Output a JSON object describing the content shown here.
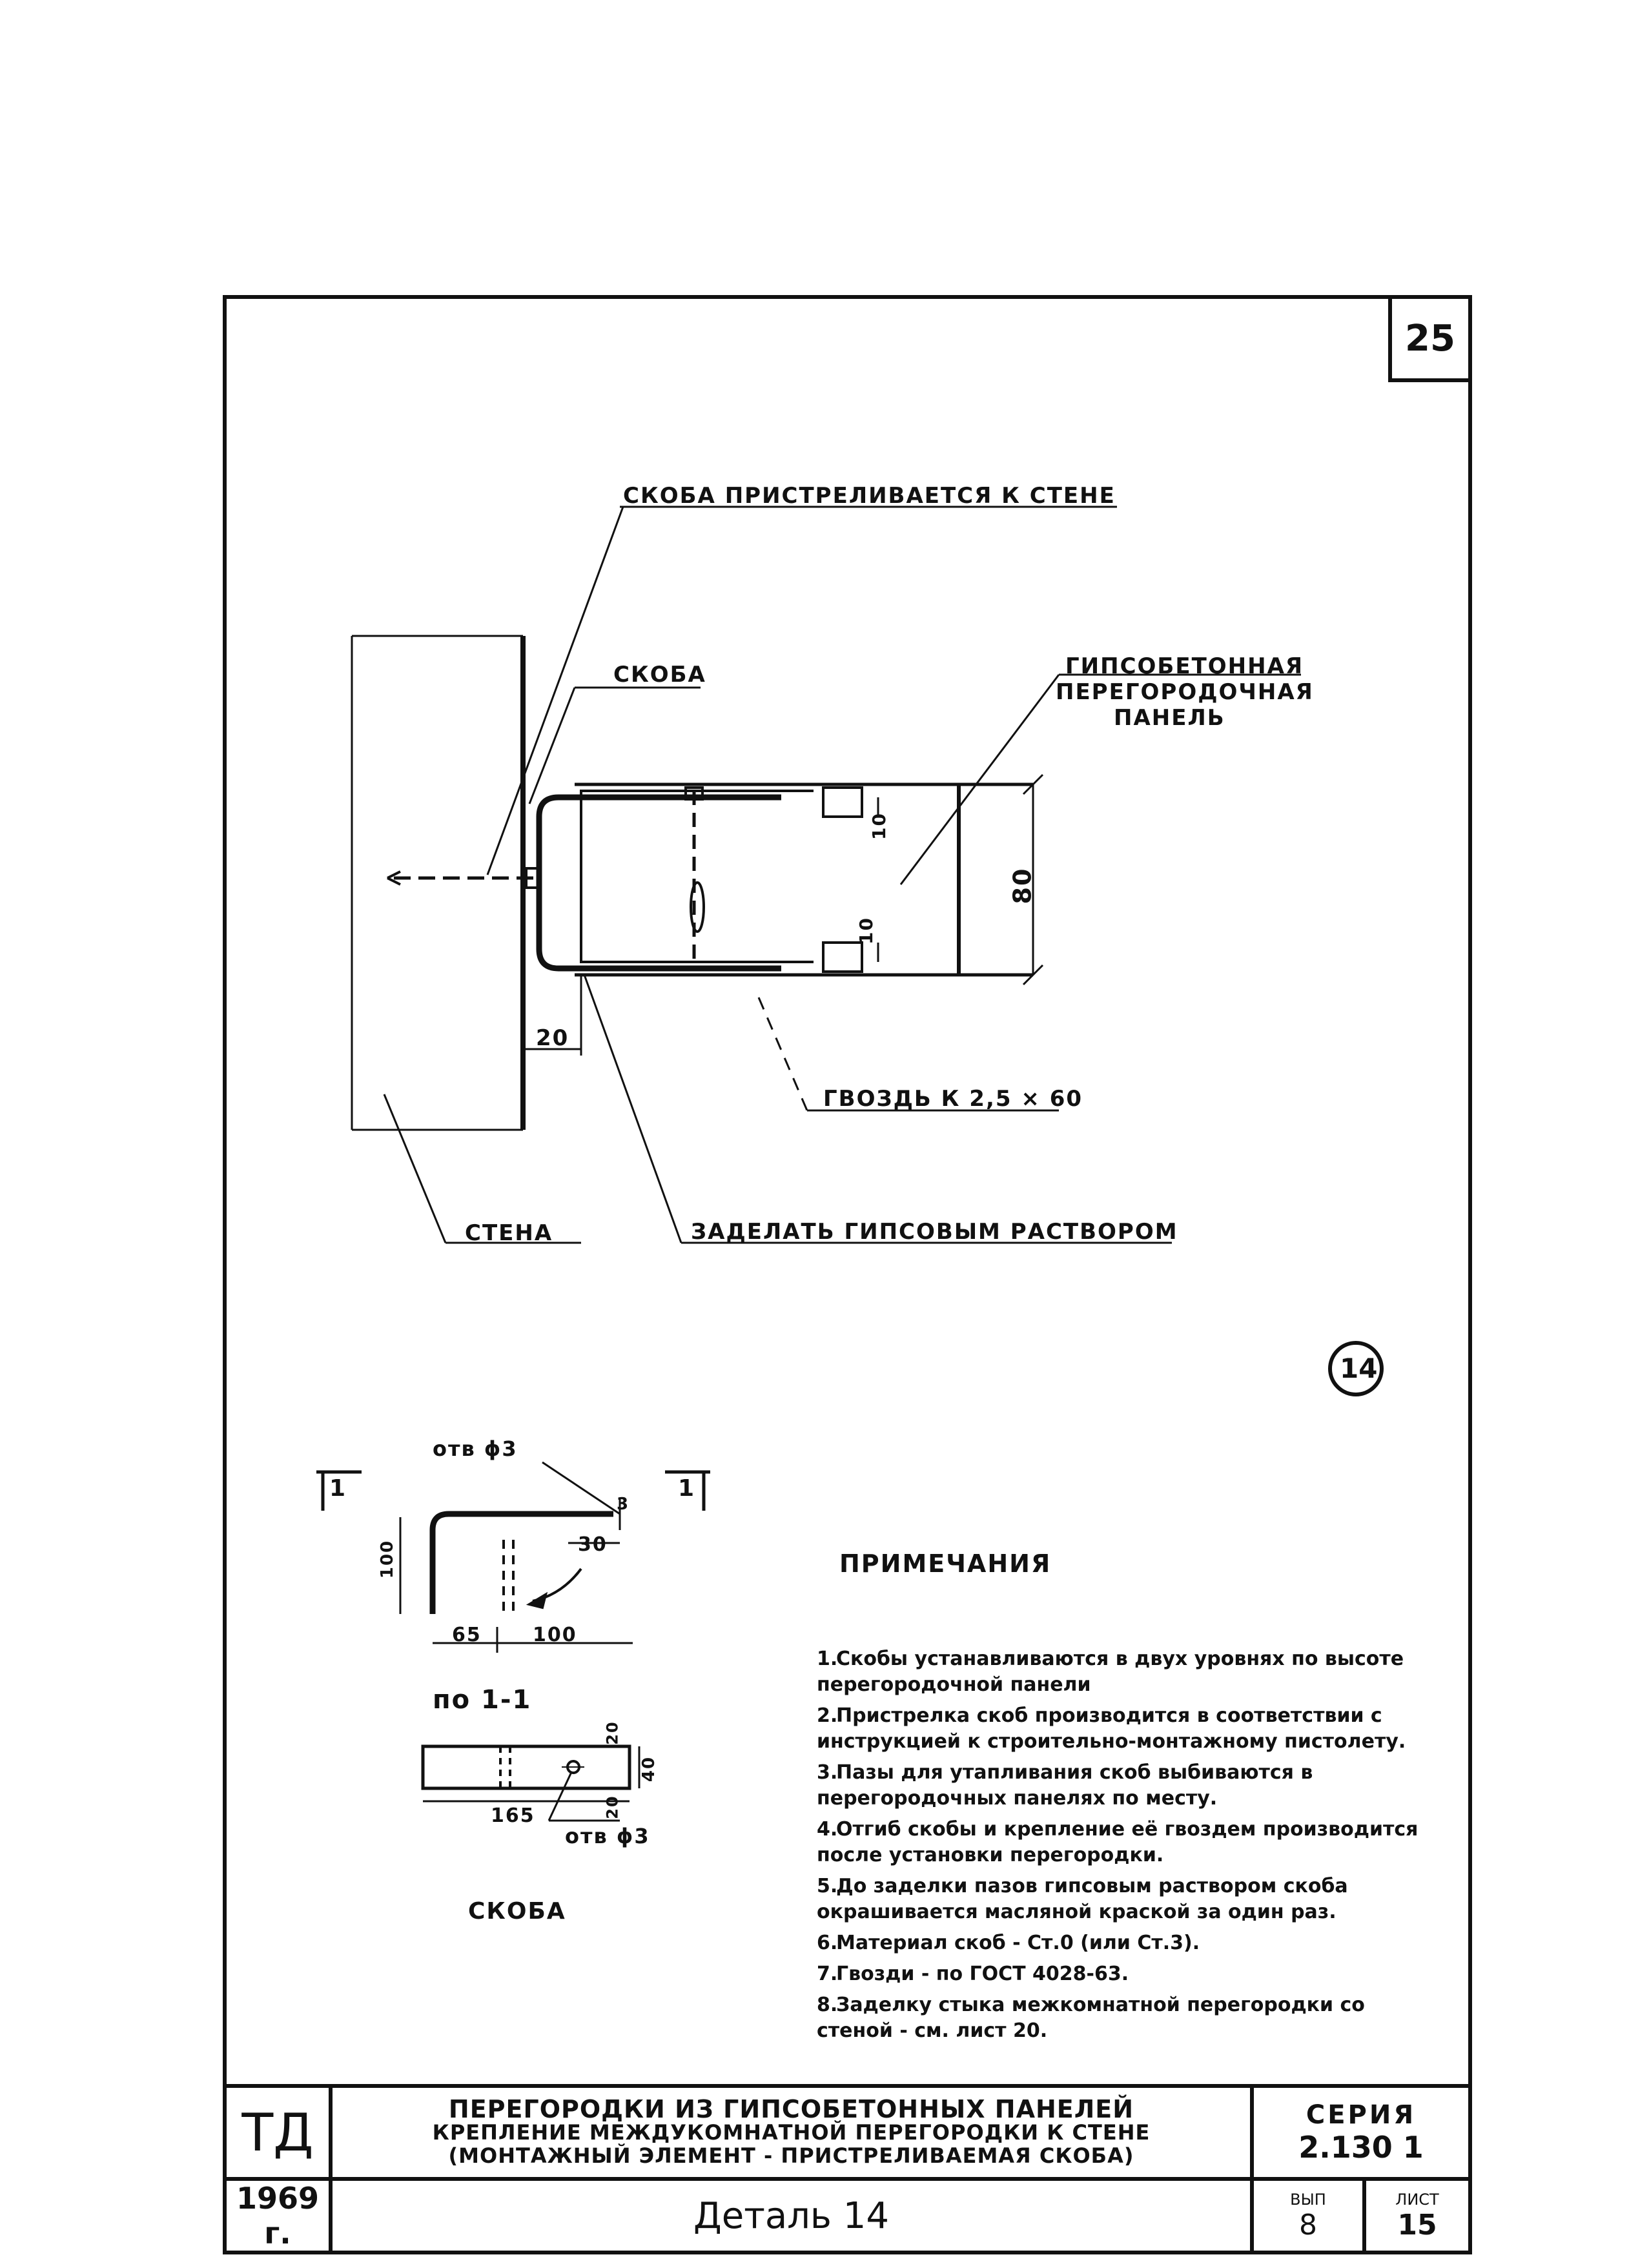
{
  "sheet_number": "25",
  "detail_marker": "14",
  "main_drawing": {
    "label_bracket_shot": "СКОБА ПРИСТРЕЛИВАЕТСЯ К СТЕНЕ",
    "label_bracket": "СКОБА",
    "label_panel": [
      "ГИПСОБЕТОННАЯ",
      "ПЕРЕГОРОДОЧНАЯ",
      "ПАНЕЛЬ"
    ],
    "label_nail": "ГВОЗДЬ К 2,5 × 60",
    "label_wall": "СТЕНА",
    "label_fill": "ЗАДЕЛАТЬ ГИПСОВЫМ РАСТВОРОМ",
    "dim_20": "20",
    "dim_10a": "10",
    "dim_10b": "10",
    "dim_80": "80"
  },
  "bracket_detail": {
    "section_mark_left": "1",
    "section_mark_right": "1",
    "label_hole_top": "отв ϕ3",
    "dim_100_v": "100",
    "dim_30": "30",
    "dim_3": "3",
    "dim_65": "65",
    "dim_100_h": "100",
    "section_title": "по 1-1",
    "dim_20": "20",
    "dim_40": "40",
    "dim_20b": "20",
    "dim_165": "165",
    "label_hole_bottom": "отв ϕ3",
    "caption": "СКОБА"
  },
  "notes": {
    "title": "ПРИМЕЧАНИЯ",
    "items": [
      {
        "num": "1.",
        "text": "Скобы устанавливаются в двух уровнях по высоте перегородочной панели"
      },
      {
        "num": "2.",
        "text": "Пристрелка скоб производится в соответствии с инструкцией к строительно-монтажному пистолету."
      },
      {
        "num": "3.",
        "text": "Пазы для утапливания скоб выбиваются в перегородочных панелях по месту."
      },
      {
        "num": "4.",
        "text": "Отгиб скобы и крепление её гвоздем производится после установки перегородки."
      },
      {
        "num": "5.",
        "text": "До заделки пазов гипсовым раствором скоба окрашивается масляной краской за один раз."
      },
      {
        "num": "6.",
        "text": "Материал скоб - Ст.0 (или Ст.3)."
      },
      {
        "num": "7.",
        "text": "Гвозди - по ГОСТ 4028-63."
      },
      {
        "num": "8.",
        "text": "Заделку стыка межкомнатной перегородки со стеной - см. лист 20."
      }
    ]
  },
  "title_block": {
    "org": "ТД",
    "year": "1969 г.",
    "title_line1": "ПЕРЕГОРОДКИ ИЗ ГИПСОБЕТОННЫХ ПАНЕЛЕЙ",
    "title_line2": "КРЕПЛЕНИЕ МЕЖДУКОМНАТНОЙ ПЕРЕГОРОДКИ К СТЕНЕ",
    "title_line3": "(МОНТАЖНЫЙ ЭЛЕМЕНТ - ПРИСТРЕЛИВАЕМАЯ СКОБА)",
    "detail_name": "Деталь 14",
    "series_label": "СЕРИЯ",
    "series_value": "2.130 1",
    "issue_label": "ВЫП",
    "issue_value": "8",
    "sheet_label": "ЛИСТ",
    "sheet_value": "15"
  }
}
